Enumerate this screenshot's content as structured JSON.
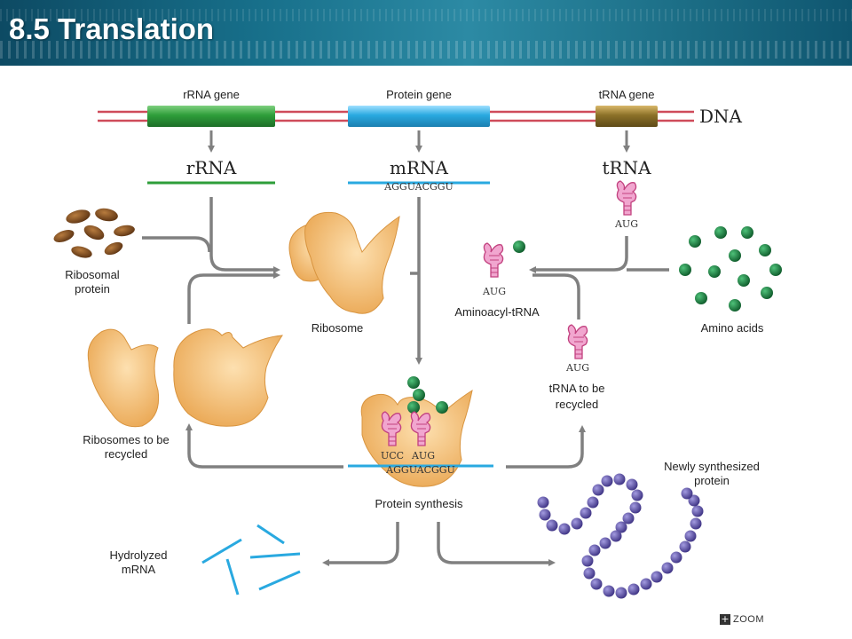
{
  "header": {
    "title": "8.5 Translation"
  },
  "genes": {
    "rrna": "rRNA gene",
    "protein": "Protein gene",
    "trna": "tRNA gene",
    "dna": "DNA"
  },
  "transcripts": {
    "rrna": "rRNA",
    "mrna": "mRNA",
    "trna": "tRNA",
    "mrna_seq": "AGGUACGGU",
    "trna_codon": "AUG"
  },
  "labels": {
    "ribosomal_protein": [
      "Ribosomal",
      "protein"
    ],
    "ribosome": "Ribosome",
    "aminoacyl_trna": "Aminoacyl-tRNA",
    "aminoacyl_codon": "AUG",
    "amino_acids": "Amino acids",
    "trna_recycled": [
      "tRNA to be",
      "recycled"
    ],
    "recycled_codon": "AUG",
    "ribosomes_recycled": [
      "Ribosomes to be",
      "recycled"
    ],
    "protein_synthesis": "Protein synthesis",
    "synth_anticodon_1": "UCC",
    "synth_anticodon_2": "AUG",
    "synth_mrna": "AGGUACGGU",
    "hydrolyzed_mrna": [
      "Hydrolyzed",
      "mRNA"
    ],
    "new_protein": [
      "Newly synthesized",
      "protein"
    ]
  },
  "zoom": {
    "icon": "plus-icon",
    "label": "ZOOM"
  },
  "colors": {
    "header": "#176f8a",
    "rrna_gene": "#2e9e3a",
    "protein_gene": "#29a9e0",
    "trna_gene": "#8c7128",
    "arrow": "#808080",
    "ribosome": "#f2b766",
    "amino_acid": "#1b7a3a",
    "trna": "#d94f9a",
    "protein_bead": "#5b4fa6"
  }
}
